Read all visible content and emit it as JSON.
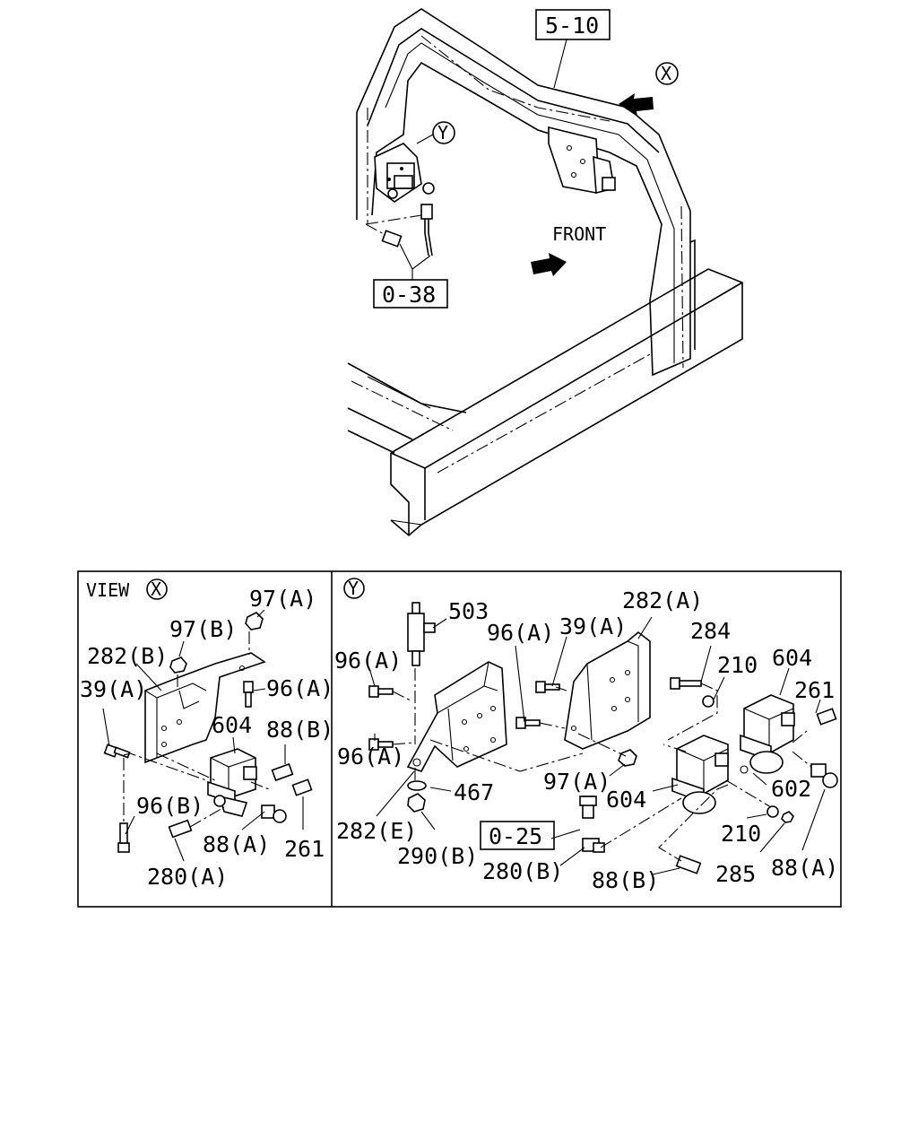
{
  "top": {
    "ref_frame": "5-10",
    "ref_pipe": "0-38",
    "callout_x": "X",
    "callout_y": "Y",
    "front_label": "FRONT"
  },
  "view_x": {
    "title": "VIEW",
    "circle": "X",
    "labels": {
      "l97a": "97(A)",
      "l97b": "97(B)",
      "l282b": "282(B)",
      "l39a": "39(A)",
      "l96a": "96(A)",
      "l604": "604",
      "l88b": "88(B)",
      "l96b": "96(B)",
      "l88a": "88(A)",
      "l261": "261",
      "l280a": "280(A)"
    }
  },
  "view_y": {
    "circle": "Y",
    "ref_box": "0-25",
    "labels": {
      "l503": "503",
      "l282a": "282(A)",
      "l96a_1": "96(A)",
      "l39a": "39(A)",
      "l96a_2": "96(A)",
      "l284": "284",
      "l210_1": "210",
      "l604_1": "604",
      "l261": "261",
      "l96a_3": "96(A)",
      "l467": "467",
      "l97a": "97(A)",
      "l604_2": "604",
      "l602": "602",
      "l282e": "282(E)",
      "l290b": "290(B)",
      "l210_2": "210",
      "l280b": "280(B)",
      "l88b": "88(B)",
      "l285": "285",
      "l88a": "88(A)"
    }
  }
}
